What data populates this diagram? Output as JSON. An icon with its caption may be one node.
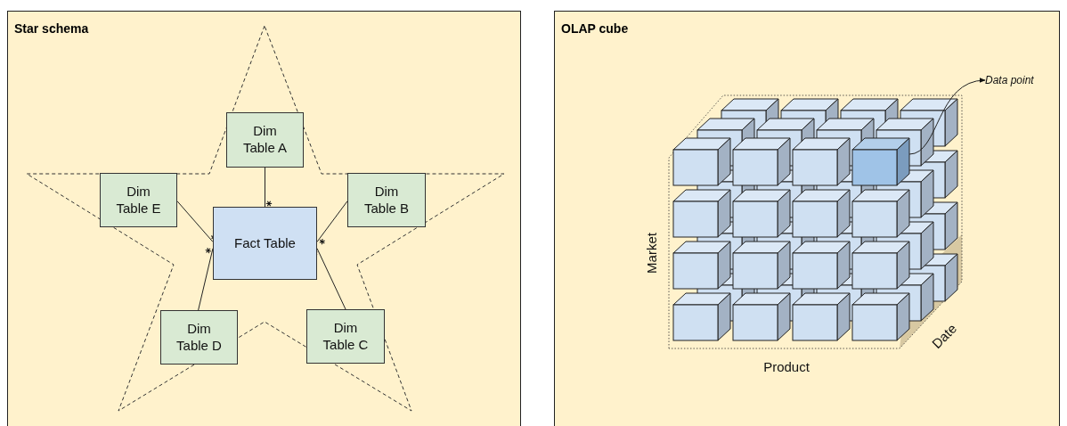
{
  "diagram": {
    "nodes": [
      {
        "text": [
          "Star schema"
        ]
      },
      {
        "text": [
          "Dim Table A"
        ],
        "in": 0
      },
      {
        "text": [
          "Dim Table E"
        ],
        "in": 0
      },
      {
        "text": [
          "Dim Table B"
        ],
        "in": 0
      },
      {
        "text": [
          "Fact Table"
        ],
        "in": 0
      },
      {
        "text": [
          "Dim Table D"
        ],
        "in": 0
      },
      {
        "text": [
          "Dim Table C"
        ],
        "in": 0
      },
      {
        "text": [
          "OLAP cube"
        ]
      },
      {
        "text": [
          "Data point"
        ],
        "in": 7
      },
      {
        "text": [],
        "shape": "box",
        "in": 7
      }
    ],
    "edges": [
      {
        "from": 1,
        "to": 4,
        "arrow": "other"
      },
      {
        "from": 2,
        "to": 4,
        "arrow": "other"
      },
      {
        "from": 3,
        "to": 4,
        "arrow": "other"
      },
      {
        "from": 5,
        "to": 4,
        "arrow": "other"
      },
      {
        "from": 6,
        "to": 4,
        "arrow": "other"
      },
      {
        "from": 9,
        "to": 8,
        "arrow": "to"
      }
    ],
    "labels": [
      "Market",
      "Product",
      "Date"
    ]
  }
}
